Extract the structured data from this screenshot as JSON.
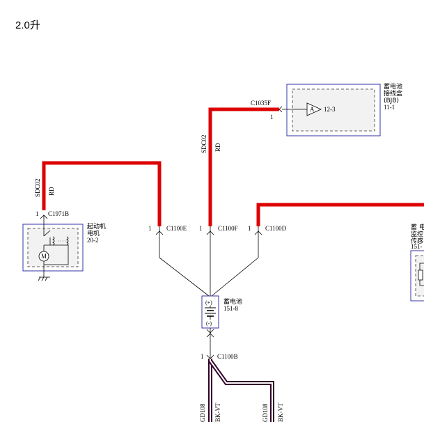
{
  "page": {
    "title": "2.0升"
  },
  "components": {
    "bjb": {
      "name_lines": [
        "蓄电池",
        "接线盒",
        "(BJB)"
      ],
      "ref": "11-1",
      "fuse_label": "A",
      "fuse_ref": "12-3"
    },
    "starter": {
      "name_lines": [
        "起动机",
        "电机"
      ],
      "ref": "20-2",
      "motor_label": "M"
    },
    "battery": {
      "name": "蓄电池",
      "ref": "151-8",
      "plus": "(+)",
      "minus": "(-)"
    },
    "monitor": {
      "name_lines": [
        "蓄 电",
        "监控",
        "传感"
      ],
      "ref": "151-"
    }
  },
  "connectors": {
    "c1035f": {
      "name": "C1035F",
      "pin": "1"
    },
    "c1971b": {
      "name": "C1971B",
      "pin": "1"
    },
    "c1100e": {
      "name": "C1100E",
      "pin": "1"
    },
    "c1100f": {
      "name": "C1100F",
      "pin": "1"
    },
    "c1100d": {
      "name": "C1100D",
      "pin": "1"
    },
    "c1100b": {
      "name": "C1100B",
      "pin": "1"
    }
  },
  "wires": {
    "starter_circuit": "SDC02",
    "starter_color": "RD",
    "bjb_circuit": "SDC02",
    "bjb_color": "RD",
    "ground1_circuit": "GD108",
    "ground1_color": "BK-VT",
    "ground2_circuit": "GD108",
    "ground2_color": "BK-VT"
  },
  "colors": {
    "power_wire": "#dd0000",
    "ground_wire": "#33002a",
    "component_border": "#3333aa"
  }
}
